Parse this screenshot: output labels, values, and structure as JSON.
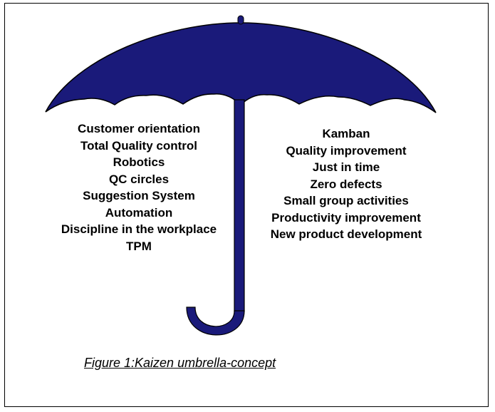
{
  "diagram": {
    "left_items": [
      "Customer orientation",
      "Total Quality control",
      "Robotics",
      "QC circles",
      "Suggestion System",
      "Automation",
      "Discipline in the workplace",
      "TPM"
    ],
    "right_items": [
      "Kamban",
      "Quality improvement",
      "Just in time",
      "Zero defects",
      "Small group activities",
      "Productivity improvement",
      "New product development"
    ],
    "caption": "Figure 1:Kaizen umbrella-concept",
    "colors": {
      "umbrella_fill": "#1a1a7a",
      "umbrella_outline": "#000000",
      "text": "#000000",
      "frame": "#000000"
    }
  }
}
